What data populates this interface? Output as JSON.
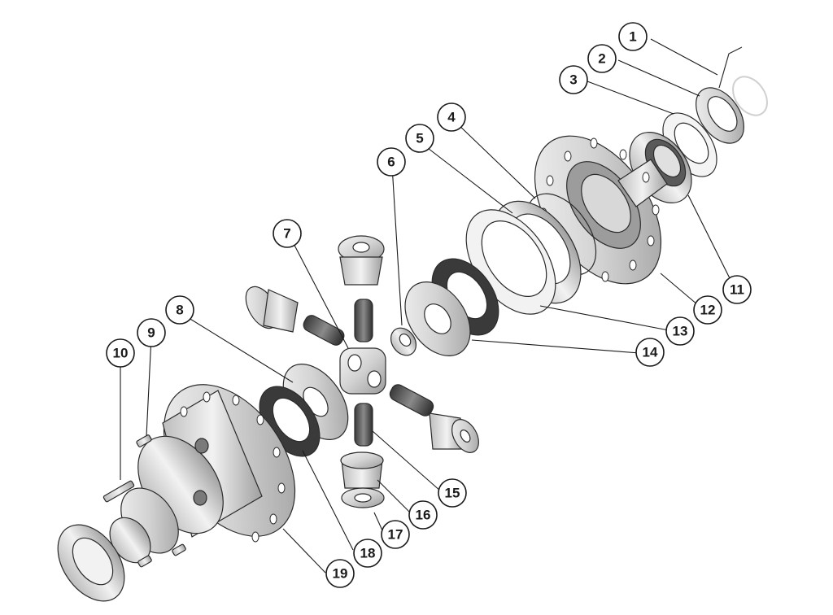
{
  "callouts": [
    "1",
    "2",
    "3",
    "4",
    "5",
    "6",
    "7",
    "8",
    "9",
    "10",
    "11",
    "12",
    "13",
    "14",
    "15",
    "16",
    "17",
    "18",
    "19"
  ],
  "colors": {
    "outline": "#2b2b2b",
    "metal_light": "#e6e6e6",
    "metal_mid": "#c4c4c4",
    "metal_dark": "#8c8c8c",
    "shim_dark": "#3a3a3a"
  }
}
